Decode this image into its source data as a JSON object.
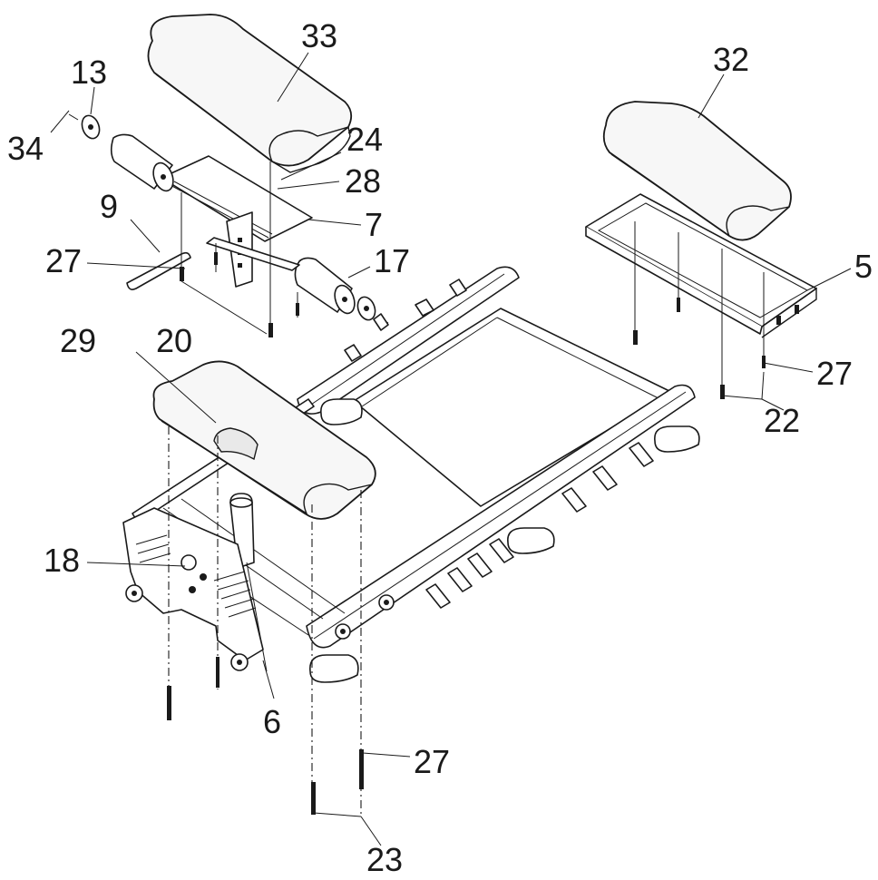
{
  "part_labels": [
    {
      "id": "label-33",
      "text": "33"
    },
    {
      "id": "label-32",
      "text": "32"
    },
    {
      "id": "label-13",
      "text": "13"
    },
    {
      "id": "label-34",
      "text": "34"
    },
    {
      "id": "label-24",
      "text": "24"
    },
    {
      "id": "label-28",
      "text": "28"
    },
    {
      "id": "label-9",
      "text": "9"
    },
    {
      "id": "label-7",
      "text": "7"
    },
    {
      "id": "label-27a",
      "text": "27"
    },
    {
      "id": "label-17",
      "text": "17"
    },
    {
      "id": "label-5",
      "text": "5"
    },
    {
      "id": "label-27b",
      "text": "27"
    },
    {
      "id": "label-29",
      "text": "29"
    },
    {
      "id": "label-20",
      "text": "20"
    },
    {
      "id": "label-22",
      "text": "22"
    },
    {
      "id": "label-18",
      "text": "18"
    },
    {
      "id": "label-6",
      "text": "6"
    },
    {
      "id": "label-27c",
      "text": "27"
    },
    {
      "id": "label-23",
      "text": "23"
    }
  ]
}
